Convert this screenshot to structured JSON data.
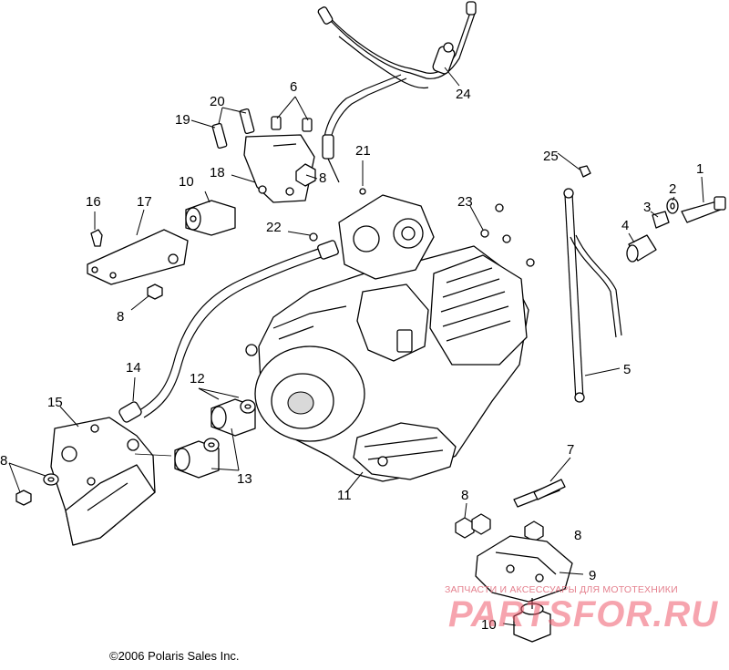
{
  "callouts": {
    "c1": "1",
    "c2": "2",
    "c3": "3",
    "c4": "4",
    "c5": "5",
    "c6": "6",
    "c7": "7",
    "c8a": "8",
    "c8b": "8",
    "c8c": "8",
    "c8d": "8",
    "c8e": "8",
    "c9": "9",
    "c10a": "10",
    "c10b": "10",
    "c11": "11",
    "c12": "12",
    "c13": "13",
    "c14": "14",
    "c15": "15",
    "c16": "16",
    "c17": "17",
    "c18": "18",
    "c19": "19",
    "c20": "20",
    "c21": "21",
    "c22": "22",
    "c23": "23",
    "c24": "24",
    "c25": "25"
  },
  "copyright": "©2006 Polaris Sales Inc.",
  "watermark": {
    "tagline": "ЗАПЧАСТИ И АКСЕССУАРЫ ДЛЯ МОТОТЕХНИКИ",
    "logo": "PARTSFOR.RU"
  },
  "colors": {
    "line": "#000000",
    "watermark": "#ef5a6c",
    "background": "#ffffff"
  }
}
